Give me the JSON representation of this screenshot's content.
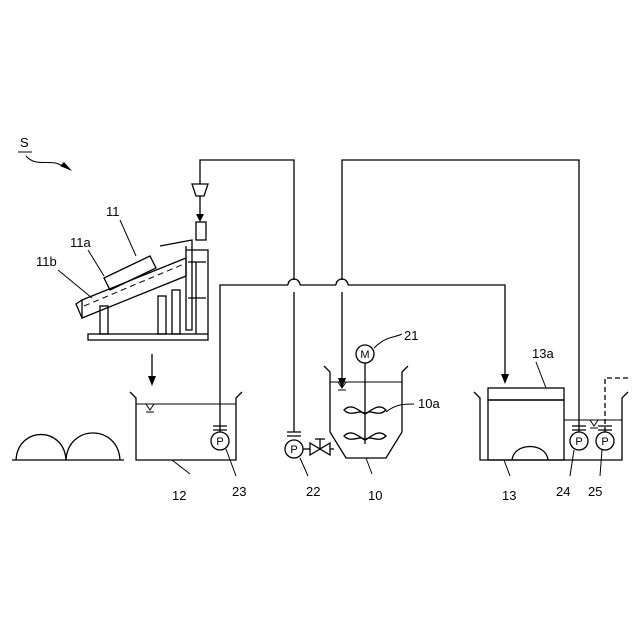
{
  "labels": {
    "system": "S",
    "sieve": "11",
    "sieve_a": "11a",
    "sieve_b": "11b",
    "motor_ref": "21",
    "motor": "M",
    "tank_a": "10a",
    "cover": "13a",
    "tank12": "12",
    "pump23": "23",
    "pump22": "22",
    "tank10": "10",
    "tank13": "13",
    "pump24": "24",
    "pump25": "25",
    "pump": "P"
  }
}
